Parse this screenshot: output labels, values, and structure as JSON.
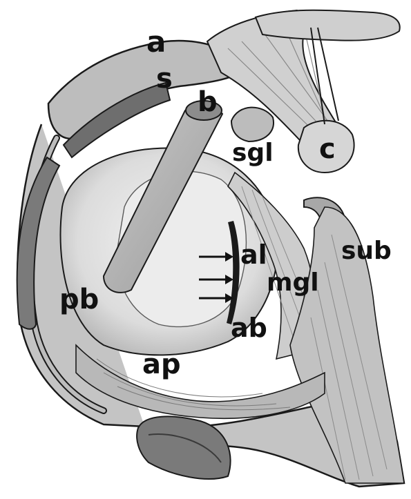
{
  "colors": {
    "background": "#ffffff",
    "ink": "#1a1a1a",
    "paper_tone": "#d9d9d9",
    "shadow_tone": "#8a8a8a",
    "fossa_tone": "#e6e6e6"
  },
  "labels": {
    "a": "a",
    "s": "s",
    "b": "b",
    "c": "c",
    "sgl": "sgl",
    "sub": "sub",
    "al": "al",
    "mgl": "mgl",
    "pb": "pb",
    "ab": "ab",
    "ap": "ap"
  },
  "pointer_arrows": {
    "count": 3,
    "target": "al"
  }
}
